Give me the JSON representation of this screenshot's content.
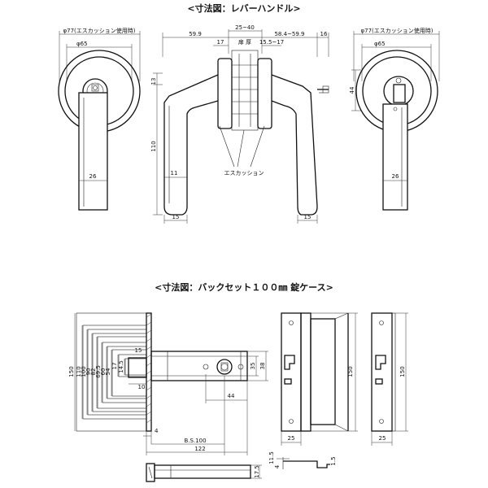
{
  "titles": {
    "lever": "<寸法図：レバーハンドル>",
    "backset": "<寸法図：バックセット１００㎜ 錠ケース>"
  },
  "lever": {
    "left_outer_dia": "φ77(エスカッション使用時)",
    "left_inner_dia": "φ65",
    "left_width": "26",
    "top_dims": [
      "59.9",
      "25~40",
      "58.4~59.9",
      "16"
    ],
    "door_thickness": "扉 厚",
    "dim_17": "17",
    "dim_15_5_17": "15.5~17",
    "dim_13": "13",
    "dim_110": "110",
    "dim_11": "11",
    "dim_15_left": "15",
    "dim_15_right": "15",
    "escutcheon": "エスカッション",
    "right_outer_dia": "φ77(エスカッション使用時)",
    "right_inner_dia": "φ65",
    "right_height": "44",
    "right_width": "26"
  },
  "case": {
    "left_heights": [
      "150",
      "110",
      "100",
      "90",
      "82",
      "69.5",
      "60",
      "54",
      "17",
      "14.5"
    ],
    "dim_15": "15",
    "dim_10": "10",
    "dim_44": "44",
    "dim_35": "35",
    "dim_38": "38",
    "dim_4": "4",
    "bs": "B.S.100",
    "dim_122": "122",
    "front_height": "150",
    "front_width": "25",
    "strike_height": "150",
    "strike_width": "25",
    "bottom_11_5": "11.5",
    "bottom_4": "4",
    "bottom_17_5": "17.5",
    "bottom_1_5": "1.5"
  }
}
